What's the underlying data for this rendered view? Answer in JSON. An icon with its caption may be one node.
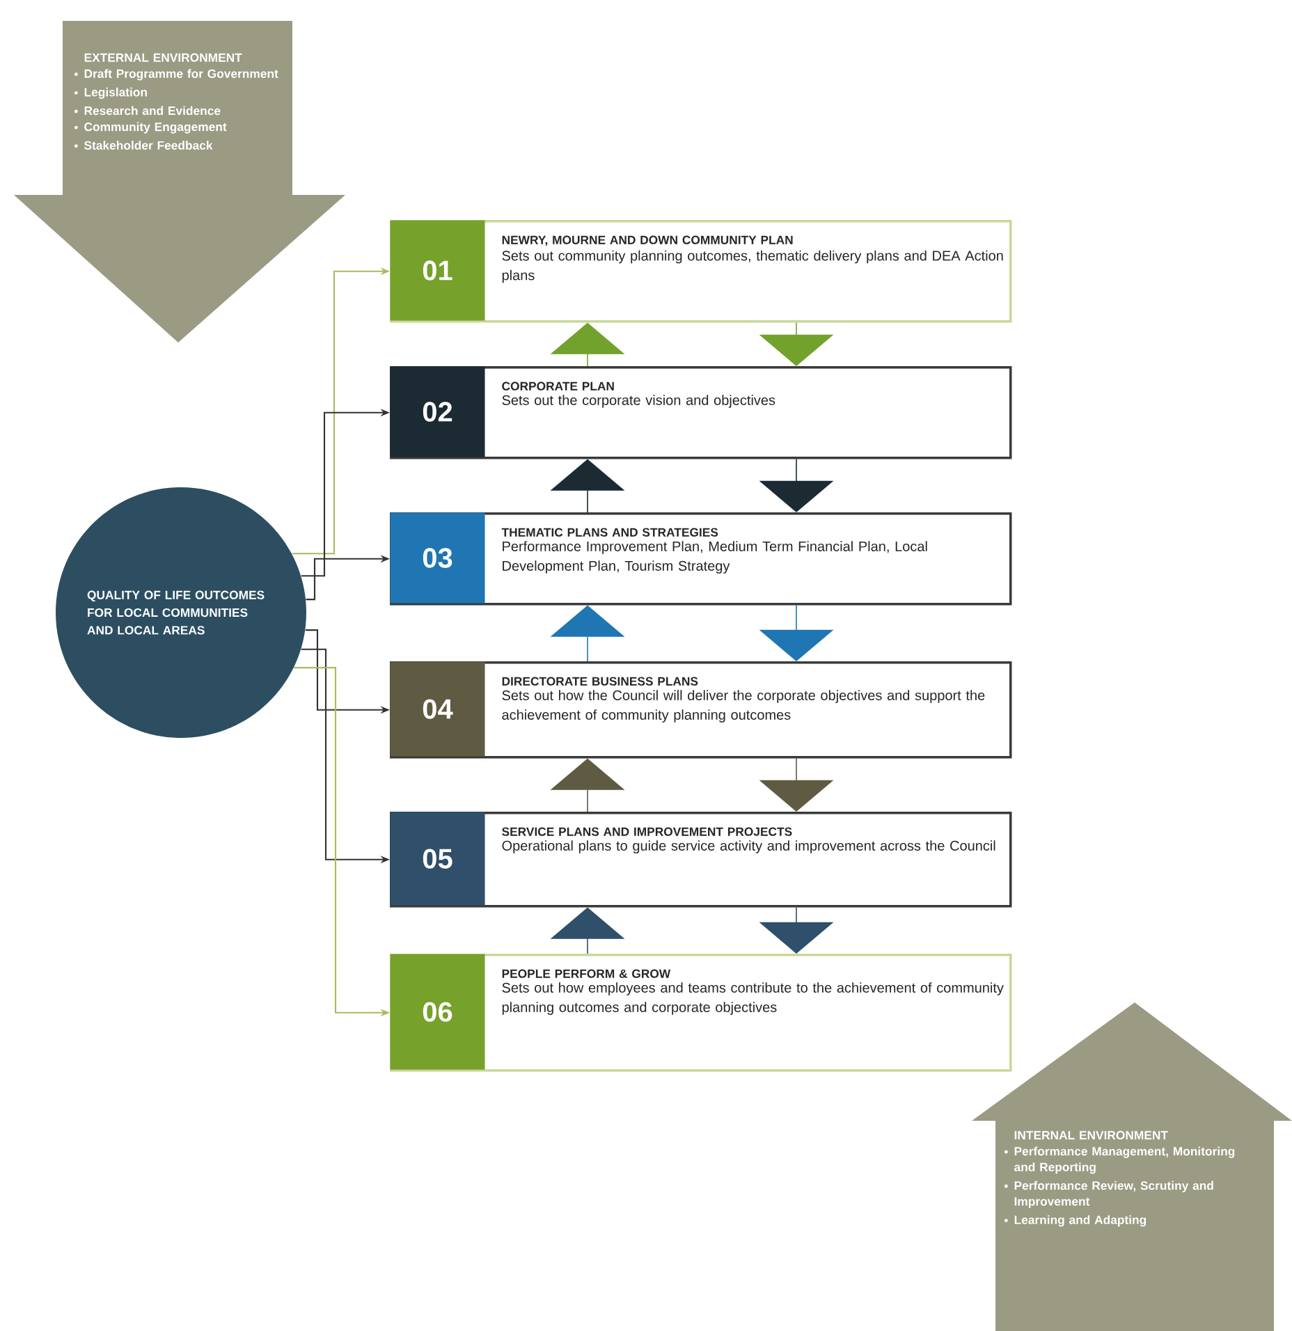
{
  "diagram": {
    "nodes": [
      {
        "text": [
          "EXTERNAL ENVIRONMENT",
          "Draft Programme for Government",
          "Legislation",
          "Research and Evidence",
          "Community Engagement",
          "Stakeholder Feedback"
        ]
      },
      {
        "text": [
          "QUALITY OF LIFE OUTCOMES FOR LOCAL COMMUNITIES AND LOCAL AREAS"
        ]
      },
      {
        "text": [
          "01",
          "NEWRY, MOURNE AND DOWN COMMUNITY PLAN",
          "Sets out community planning outcomes, thematic delivery plans and DEA Action plans"
        ]
      },
      {
        "text": [
          "02",
          "CORPORATE PLAN",
          "Sets out the corporate vision and objectives"
        ]
      },
      {
        "text": [
          "03",
          "THEMATIC PLANS AND STRATEGIES",
          "Performance Improvement Plan, Medium Term Financial Plan, Local Development Plan, Tourism Strategy"
        ]
      },
      {
        "text": [
          "04",
          "DIRECTORATE BUSINESS PLANS",
          "Sets out how the Council will deliver the corporate objectives and support the achievement of community planning outcomes"
        ]
      },
      {
        "text": [
          "05",
          "SERVICE PLANS AND IMPROVEMENT PROJECTS",
          "Operational plans to guide service activity and improvement across the Council"
        ]
      },
      {
        "text": [
          "06",
          "PEOPLE PERFORM & GROW",
          "Sets out how employees and teams contribute to the achievement of community planning outcomes and corporate objectives"
        ]
      },
      {
        "text": [
          "INTERNAL ENVIRONMENT",
          "Performance Management, Monitoring and Reporting",
          "Performance Review, Scrutiny and Improvement",
          "Learning and Adapting"
        ]
      }
    ],
    "edges": [
      {
        "from": 1,
        "to": 2,
        "arrow": "to",
        "color": "#a8bb5e"
      },
      {
        "from": 1,
        "to": 3,
        "arrow": "to"
      },
      {
        "from": 1,
        "to": 4,
        "arrow": "to"
      },
      {
        "from": 1,
        "to": 5,
        "arrow": "to"
      },
      {
        "from": 1,
        "to": 6,
        "arrow": "to"
      },
      {
        "from": 1,
        "to": 7,
        "arrow": "to",
        "color": "#a8bb5e"
      },
      {
        "from": 3,
        "to": 2,
        "arrow": "to",
        "color": "#72a22c"
      },
      {
        "from": 2,
        "to": 3,
        "arrow": "to",
        "color": "#72a22c"
      },
      {
        "from": 4,
        "to": 3,
        "arrow": "to",
        "color": "#1b2a33"
      },
      {
        "from": 3,
        "to": 4,
        "arrow": "to",
        "color": "#1b2a33"
      },
      {
        "from": 5,
        "to": 4,
        "arrow": "to",
        "color": "#1f76b3"
      },
      {
        "from": 4,
        "to": 5,
        "arrow": "to",
        "color": "#1f76b3"
      },
      {
        "from": 6,
        "to": 5,
        "arrow": "to",
        "color": "#5f5b42"
      },
      {
        "from": 5,
        "to": 6,
        "arrow": "to",
        "color": "#5f5b42"
      },
      {
        "from": 7,
        "to": 6,
        "arrow": "to",
        "color": "#2f4f6a"
      },
      {
        "from": 6,
        "to": 7,
        "arrow": "to",
        "color": "#2f4f6a"
      }
    ]
  }
}
